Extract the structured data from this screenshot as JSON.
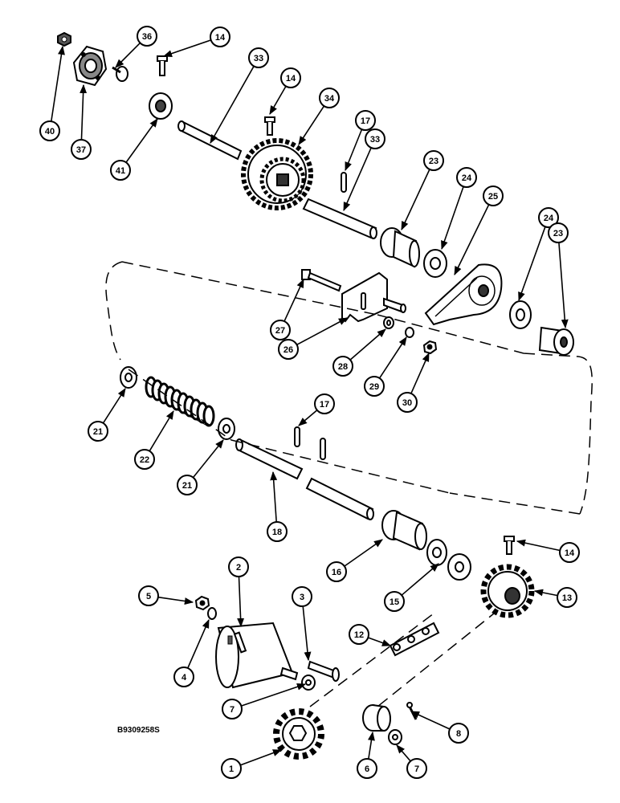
{
  "figure_id": "B9309258S",
  "callouts": [
    {
      "label": "40",
      "part": "nut"
    },
    {
      "label": "36",
      "part": "carriage-bolt"
    },
    {
      "label": "14",
      "part": "bolt"
    },
    {
      "label": "37",
      "part": "flange-bearing"
    },
    {
      "label": "41",
      "part": "locking-collar"
    },
    {
      "label": "33",
      "part": "shaft"
    },
    {
      "label": "14",
      "part": "bolt"
    },
    {
      "label": "34",
      "part": "double-sprocket"
    },
    {
      "label": "17",
      "part": "roll-pin"
    },
    {
      "label": "33",
      "part": "shaft"
    },
    {
      "label": "23",
      "part": "hub"
    },
    {
      "label": "24",
      "part": "washer"
    },
    {
      "label": "25",
      "part": "chain-tensioner-arm"
    },
    {
      "label": "24",
      "part": "washer"
    },
    {
      "label": "23",
      "part": "hub"
    },
    {
      "label": "27",
      "part": "bolt"
    },
    {
      "label": "26",
      "part": "bracket"
    },
    {
      "label": "28",
      "part": "washer"
    },
    {
      "label": "29",
      "part": "lock-washer"
    },
    {
      "label": "30",
      "part": "nut"
    },
    {
      "label": "21",
      "part": "washer"
    },
    {
      "label": "22",
      "part": "spring"
    },
    {
      "label": "21",
      "part": "washer"
    },
    {
      "label": "17",
      "part": "roll-pin"
    },
    {
      "label": "18",
      "part": "shaft"
    },
    {
      "label": "16",
      "part": "hub"
    },
    {
      "label": "14",
      "part": "bolt"
    },
    {
      "label": "15",
      "part": "washers"
    },
    {
      "label": "13",
      "part": "sprocket"
    },
    {
      "label": "5",
      "part": "nut"
    },
    {
      "label": "2",
      "part": "weight"
    },
    {
      "label": "3",
      "part": "bolt"
    },
    {
      "label": "4",
      "part": "lock-washer"
    },
    {
      "label": "12",
      "part": "chain"
    },
    {
      "label": "7",
      "part": "washer"
    },
    {
      "label": "8",
      "part": "cotter-pin"
    },
    {
      "label": "1",
      "part": "sprocket"
    },
    {
      "label": "6",
      "part": "idler"
    },
    {
      "label": "7",
      "part": "washer"
    }
  ]
}
